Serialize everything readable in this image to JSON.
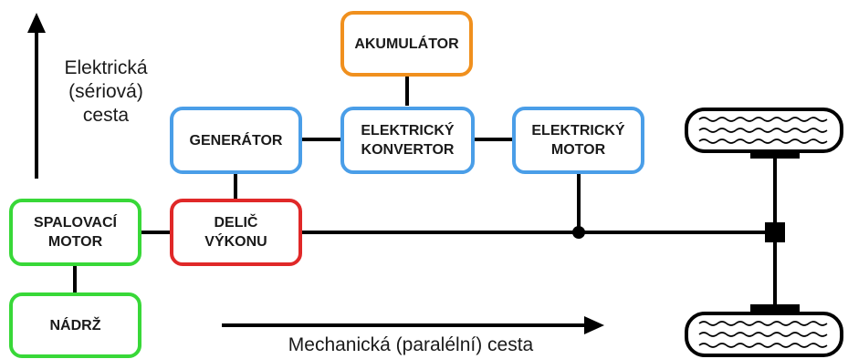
{
  "labels": {
    "electric_path": "Elektrická\n(sériová)\ncesta",
    "mechanical_path": "Mechanická (paralélní) cesta"
  },
  "blocks": {
    "accumulator": {
      "label": "AKUMULÁTOR",
      "color": "#f0901e"
    },
    "generator": {
      "label": "GENERÁTOR",
      "color": "#4a9ee8"
    },
    "converter": {
      "label": "ELEKTRICKÝ\nKONVERTOR",
      "color": "#4a9ee8"
    },
    "electric_motor": {
      "label": "ELEKTRICKÝ\nMOTOR",
      "color": "#4a9ee8"
    },
    "combustion_engine": {
      "label": "SPALOVACÍ\nMOTOR",
      "color": "#38d838"
    },
    "tank": {
      "label": "NÁDRŽ",
      "color": "#38d838"
    },
    "power_splitter": {
      "label": "DELIČ\nVÝKONU",
      "color": "#e02828"
    }
  }
}
